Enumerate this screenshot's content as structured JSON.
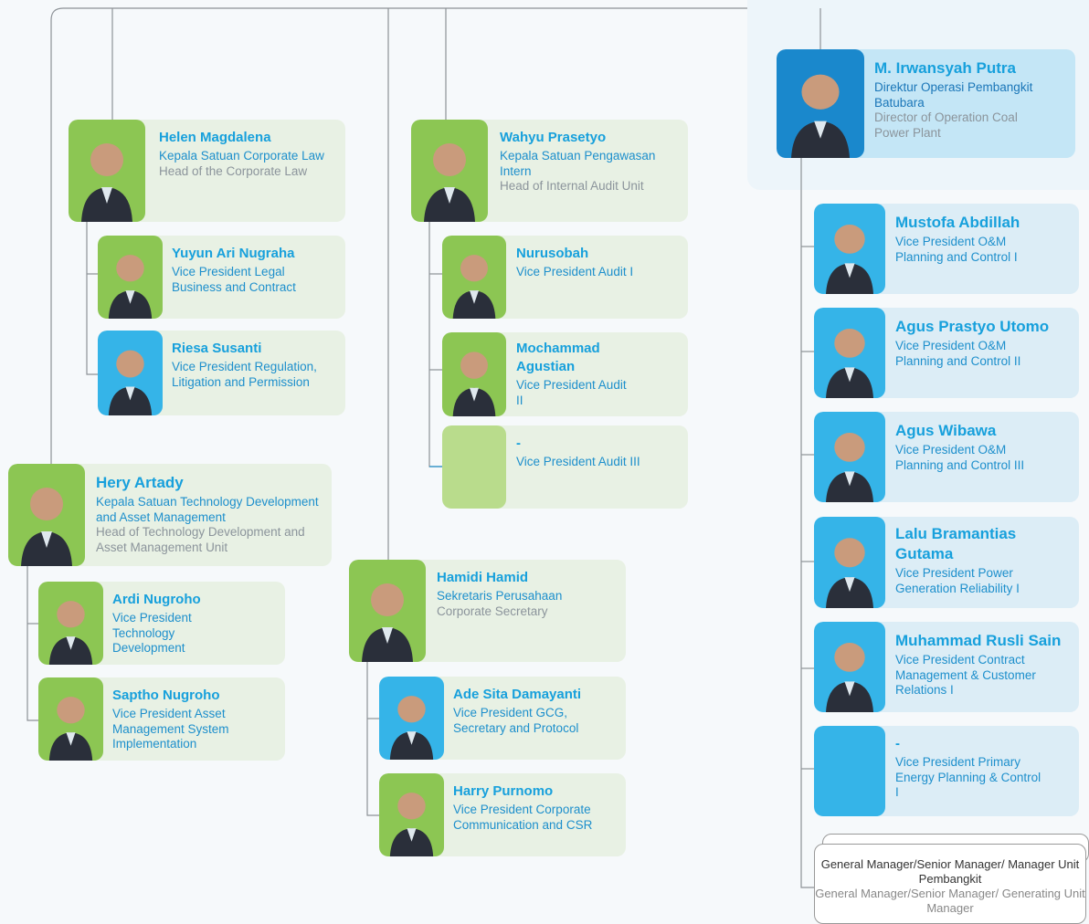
{
  "people": [
    {
      "id": "helen",
      "name": "Helen Magdalena",
      "role": "Kepala Satuan Corporate Law",
      "english": "Head of the Corporate Law"
    },
    {
      "id": "yuyun",
      "name": "Yuyun Ari Nugraha",
      "role": "Vice President Legal Business and Contract"
    },
    {
      "id": "riesa",
      "name": "Riesa Susanti",
      "role": "Vice President Regulation, Litigation and Permission"
    },
    {
      "id": "wahyu",
      "name": "Wahyu Prasetyo",
      "role": "Kepala Satuan Pengawasan Intern",
      "english": "Head of Internal Audit Unit"
    },
    {
      "id": "nurusobah",
      "name": "Nurusobah",
      "role": "Vice President Audit I"
    },
    {
      "id": "mochammad",
      "name": "Mochammad Agustian",
      "role": "Vice President Audit II"
    },
    {
      "id": "audit3",
      "name": "-",
      "role": "Vice President Audit III"
    },
    {
      "id": "hery",
      "name": "Hery Artady",
      "role": "Kepala Satuan Technology Development and Asset Management",
      "english": "Head of Technology Development and Asset Management Unit"
    },
    {
      "id": "ardi",
      "name": "Ardi Nugroho",
      "role": "Vice President Technology Development"
    },
    {
      "id": "saptho",
      "name": "Saptho Nugroho",
      "role": "Vice President Asset Management System Implementation"
    },
    {
      "id": "hamidi",
      "name": "Hamidi Hamid",
      "role": "Sekretaris Perusahaan",
      "english": "Corporate Secretary"
    },
    {
      "id": "ade",
      "name": "Ade Sita Damayanti",
      "role": "Vice President GCG, Secretary and Protocol"
    },
    {
      "id": "harry",
      "name": "Harry Purnomo",
      "role": "Vice President Corporate Communication and CSR"
    },
    {
      "id": "irwansyah",
      "name": "M. Irwansyah Putra",
      "role": "Direktur Operasi Pembangkit Batubara",
      "english": "Director of Operation Coal Power Plant"
    },
    {
      "id": "mustofa",
      "name": "Mustofa Abdillah",
      "role": "Vice President O&M Planning and Control I"
    },
    {
      "id": "agusp",
      "name": "Agus Prastyo Utomo",
      "role": "Vice President O&M Planning and Control II"
    },
    {
      "id": "agusw",
      "name": "Agus Wibawa",
      "role": "Vice President O&M Planning and Control III"
    },
    {
      "id": "lalu",
      "name": "Lalu Bramantias Gutama",
      "role": "Vice President Power Generation Reliability I"
    },
    {
      "id": "rusli",
      "name": "Muhammad Rusli Sain",
      "role": "Vice President Contract Management & Customer Relations I"
    },
    {
      "id": "primary",
      "name": "-",
      "role": "Vice President Primary Energy Planning & Control I"
    }
  ],
  "unit_box": {
    "title": "General Manager/Senior Manager/ Manager Unit Pembangkit",
    "english": "General Manager/Senior Manager/ Generating Unit Manager"
  },
  "colors": {
    "accent": "#17a0dc",
    "photo_green": "#8cc653",
    "photo_blue": "#35b4e8",
    "card_green": "#e8f1e4",
    "card_blue": "#dcedf6"
  }
}
